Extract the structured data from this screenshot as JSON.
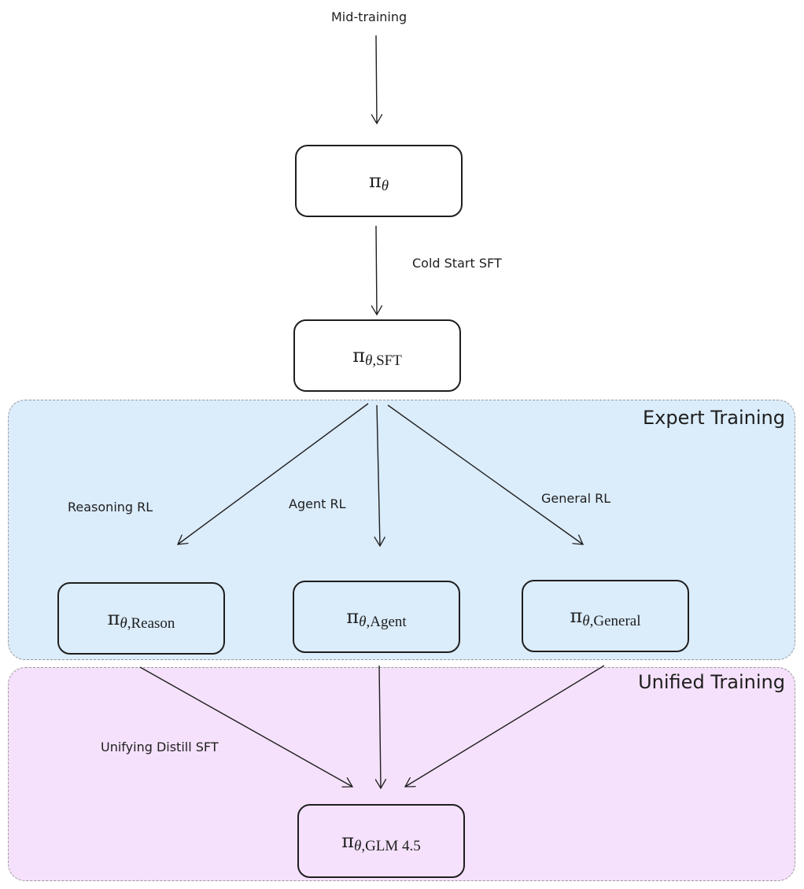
{
  "diagram": {
    "top_label": "Mid-training",
    "regions": {
      "expert": {
        "title": "Expert Training",
        "color": "#dbecfb"
      },
      "unified": {
        "title": "Unified Training",
        "color": "#f5e1fb"
      }
    },
    "nodes": {
      "base": {
        "symbol": "π",
        "subscript": "θ",
        "suffix": ""
      },
      "sft": {
        "symbol": "π",
        "subscript": "θ",
        "suffix": ",SFT"
      },
      "reason": {
        "symbol": "π",
        "subscript": "θ",
        "suffix": ",Reason"
      },
      "agent": {
        "symbol": "π",
        "subscript": "θ",
        "suffix": ",Agent"
      },
      "general": {
        "symbol": "π",
        "subscript": "θ",
        "suffix": ",General"
      },
      "glm": {
        "symbol": "π",
        "subscript": "θ",
        "suffix": ",GLM 4.5"
      }
    },
    "edge_labels": {
      "cold_start": "Cold Start SFT",
      "reasoning_rl": "Reasoning RL",
      "agent_rl": "Agent RL",
      "general_rl": "General RL",
      "distill": "Unifying Distill SFT"
    }
  }
}
